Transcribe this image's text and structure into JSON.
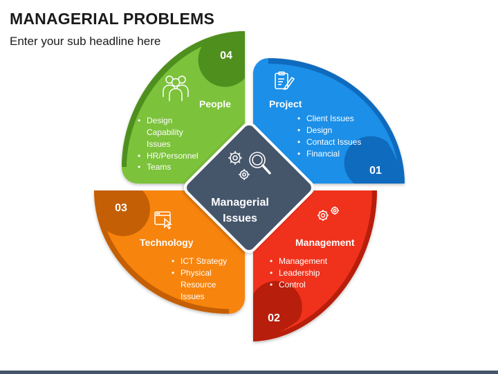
{
  "header": {
    "title": "MANAGERIAL PROBLEMS",
    "subtitle": "Enter your sub headline here"
  },
  "center": {
    "line1": "Managerial",
    "line2": "Issues",
    "icon": "gears-magnifier-icon"
  },
  "petals": [
    {
      "number": "01",
      "title": "Project",
      "bullets": [
        "Client Issues",
        "Design",
        "Contact Issues",
        "Financial"
      ],
      "icon": "clipboard-edit-icon",
      "color": "#1e8fe8"
    },
    {
      "number": "02",
      "title": "Management",
      "bullets": [
        "Management",
        "Leadership",
        "Control"
      ],
      "icon": "gears-icon",
      "color": "#f0321e"
    },
    {
      "number": "03",
      "title": "Technology",
      "bullets": [
        "ICT Strategy",
        "Physical",
        "Resource",
        "Issues"
      ],
      "icon": "browser-cursor-icon",
      "color": "#f7840f"
    },
    {
      "number": "04",
      "title": "People",
      "bullets": [
        "Design",
        "Capability",
        "Issues",
        "HR/Personnel",
        "Teams"
      ],
      "icon": "people-group-icon",
      "color": "#7cc23a"
    }
  ],
  "colors": {
    "center": "#44546a",
    "blue_dark": "#0f6bbd",
    "red_dark": "#b81e0c",
    "orange_dark": "#c45f05",
    "green_dark": "#4f8f1e"
  }
}
